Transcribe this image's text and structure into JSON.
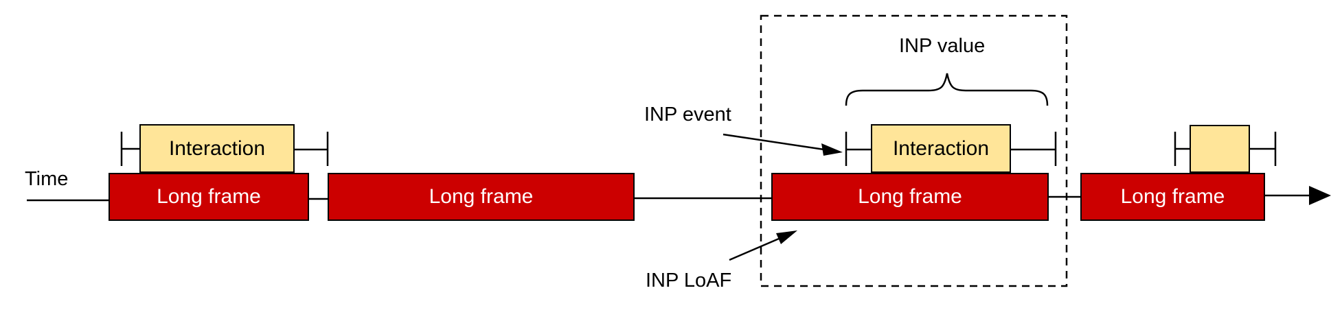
{
  "diagram": {
    "time_axis_label": "Time",
    "annotations": {
      "inp_event": "INP event",
      "inp_value": "INP value",
      "inp_loaf": "INP LoAF"
    },
    "long_frames": [
      {
        "label": "Long frame"
      },
      {
        "label": "Long frame"
      },
      {
        "label": "Long frame"
      },
      {
        "label": "Long frame"
      }
    ],
    "interactions": [
      {
        "label": "Interaction"
      },
      {
        "label": "Interaction"
      },
      {
        "label": ""
      }
    ],
    "colors": {
      "long-frame-fill": "#cc0000",
      "long-frame-text": "#ffffff",
      "interaction-fill": "#ffe599",
      "outline": "#000000"
    }
  }
}
